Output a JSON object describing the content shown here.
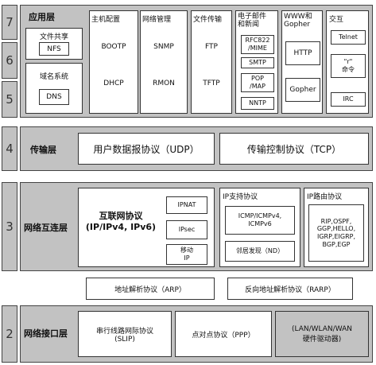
{
  "layers": {
    "app": {
      "num": "7",
      "num2": "6",
      "num3": "5",
      "name": "应用层"
    },
    "transport": {
      "num": "4",
      "name": "传输层"
    },
    "network": {
      "num": "3",
      "name": "网络互连层"
    },
    "link": {
      "num": "2",
      "name": "网络接口层"
    }
  },
  "app": {
    "file_share": {
      "title": "文件共享",
      "nfs": "NFS"
    },
    "dns": {
      "title": "域名系统",
      "item": "DNS"
    },
    "host_config": {
      "title": "主机配置",
      "items": [
        "BOOTP",
        "DHCP"
      ]
    },
    "net_mgmt": {
      "title": "网络管理",
      "items": [
        "SNMP",
        "RMON"
      ]
    },
    "file_transfer": {
      "title": "文件传输",
      "items": [
        "FTP",
        "TFTP"
      ]
    },
    "email": {
      "title": "电子邮件\n和新闻",
      "items": [
        "RFC822\n/MIME",
        "SMTP",
        "POP\n/MAP",
        "NNTP"
      ]
    },
    "www": {
      "title": "WWW和\nGopher",
      "items": [
        "HTTP",
        "Gopher"
      ]
    },
    "interact": {
      "title": "交互",
      "items": [
        "Telnet",
        "\"r\"\n命令",
        "IRC"
      ]
    }
  },
  "transport": {
    "udp": "用户数据报协议（UDP）",
    "tcp": "传输控制协议（TCP）"
  },
  "network": {
    "ip": "互联网协议\n(IP/IPv4, IPv6)",
    "ip_subs": [
      "IPNAT",
      "IPsec",
      "移动\nIP"
    ],
    "support": {
      "title": "IP支持协议",
      "icmp": "ICMP/ICMPv4,\nICMPv6",
      "nd": "邻居发现（ND）"
    },
    "routing": {
      "title": "IP路由协议",
      "list": "RIP,OSPF,\nGGP,HELLO,\nIGRP,EIGRP,\nBGP,EGP"
    }
  },
  "arp": {
    "arp": "地址解析协议（ARP）",
    "rarp": "反向地址解析协议（RARP）"
  },
  "link": {
    "slip": "串行线路网际协议\n(SLIP)",
    "ppp": "点对点协议（PPP）",
    "drivers": "(LAN/WLAN/WAN\n硬件驱动器)"
  }
}
